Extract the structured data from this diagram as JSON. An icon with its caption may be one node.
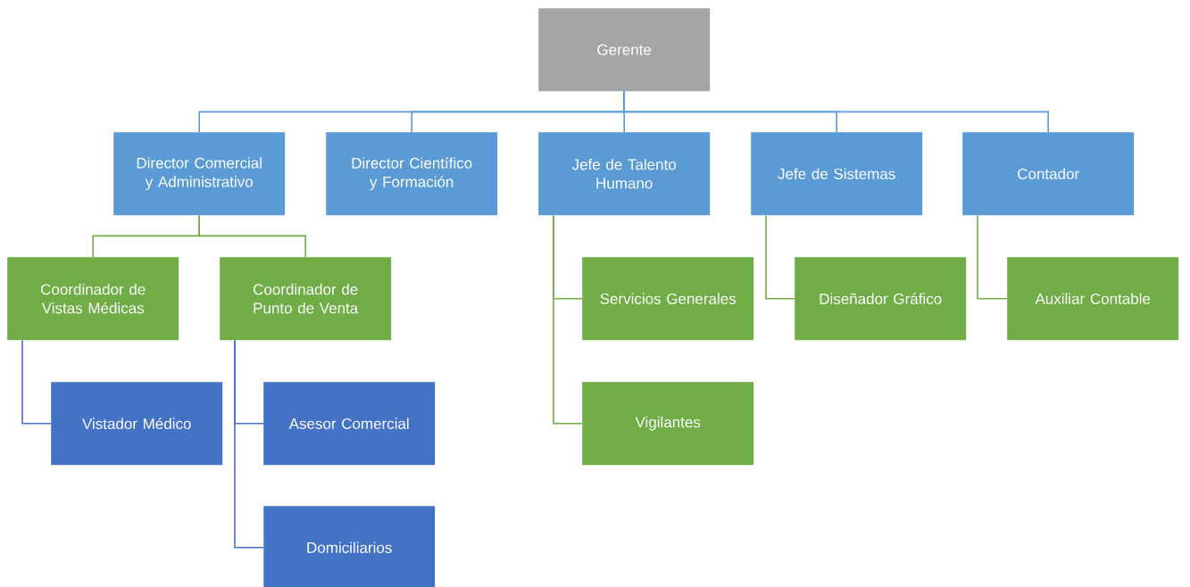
{
  "diagram": {
    "nodes": [
      {
        "text": [
          "Gerente"
        ]
      },
      {
        "text": [
          "Director Comercial y Administrativo"
        ]
      },
      {
        "text": [
          "Director Científico y Formación"
        ]
      },
      {
        "text": [
          "Jefe de Talento Humano"
        ]
      },
      {
        "text": [
          "Jefe de Sistemas"
        ]
      },
      {
        "text": [
          "Contador"
        ]
      },
      {
        "text": [
          "Coordinador de Vistas Médicas"
        ]
      },
      {
        "text": [
          "Coordinador de Punto de Venta"
        ]
      },
      {
        "text": [
          "Servicios Generales"
        ]
      },
      {
        "text": [
          "Vigilantes"
        ]
      },
      {
        "text": [
          "Diseñador Gráfico"
        ]
      },
      {
        "text": [
          "Auxiliar Contable"
        ]
      },
      {
        "text": [
          "Vistador Médico"
        ]
      },
      {
        "text": [
          "Asesor Comercial"
        ]
      },
      {
        "text": [
          "Domiciliarios"
        ]
      }
    ],
    "edges": [
      {
        "from": 0,
        "to": 1,
        "arrow": "none",
        "color": "#5b9bd5"
      },
      {
        "from": 0,
        "to": 2,
        "arrow": "none",
        "color": "#5b9bd5"
      },
      {
        "from": 0,
        "to": 3,
        "arrow": "none",
        "color": "#5b9bd5"
      },
      {
        "from": 0,
        "to": 4,
        "arrow": "none",
        "color": "#5b9bd5"
      },
      {
        "from": 0,
        "to": 5,
        "arrow": "none",
        "color": "#5b9bd5"
      },
      {
        "from": 1,
        "to": 6,
        "arrow": "none"
      },
      {
        "from": 1,
        "to": 7,
        "arrow": "none"
      },
      {
        "from": 3,
        "to": 8,
        "arrow": "none"
      },
      {
        "from": 3,
        "to": 9,
        "arrow": "none"
      },
      {
        "from": 4,
        "to": 10,
        "arrow": "none"
      },
      {
        "from": 5,
        "to": 11,
        "arrow": "none"
      },
      {
        "from": 6,
        "to": 12,
        "arrow": "none",
        "color": "#4472c4"
      },
      {
        "from": 7,
        "to": 13,
        "arrow": "none",
        "color": "#4472c4"
      },
      {
        "from": 7,
        "to": 14,
        "arrow": "none",
        "color": "#4472c4"
      }
    ]
  }
}
